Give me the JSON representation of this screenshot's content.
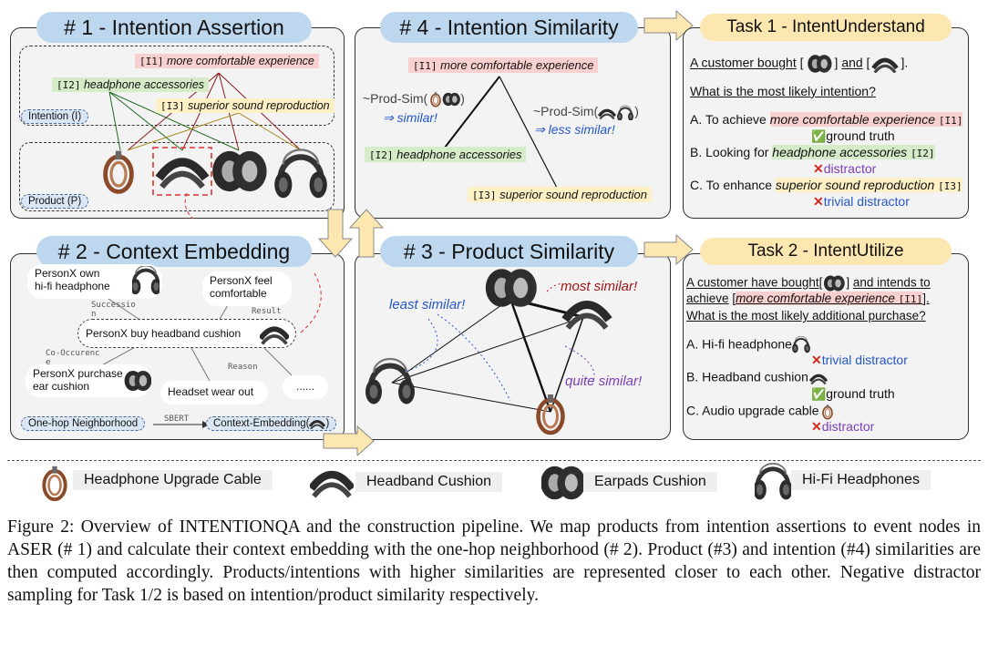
{
  "panels": {
    "p1_title": "# 1 - Intention Assertion",
    "p2_title": "# 2 - Context Embedding",
    "p3_title": "# 3 - Product Similarity",
    "p4_title": "# 4 - Intention Similarity",
    "task1_title": "Task 1 - IntentUnderstand",
    "task2_title": "Task 2 - IntentUtilize"
  },
  "intentions": {
    "i1_code": "[I1]",
    "i1_text": "more comfortable experience",
    "i2_code": "[I2]",
    "i2_text": "headphone accessories",
    "i3_code": "[I3]",
    "i3_text": "superior sound reproduction"
  },
  "p1": {
    "intention_label": "Intention (I)",
    "product_label": "Product (P)"
  },
  "p2": {
    "n_own": "PersonX own\nhi-fi headphone",
    "n_feel": "PersonX feel\ncomfortable",
    "n_buy": "PersonX buy headband cushion",
    "n_purchase": "PersonX purchase\near cushion",
    "n_wear": "Headset wear out",
    "n_more": "......",
    "e_succession": "Successio\nn",
    "e_result": "Result",
    "e_cooccur": "Co-Occurenc\ne",
    "e_reason": "Reason",
    "one_hop": "One-hop Neighborhood",
    "sbert": "SBERT",
    "context_emb": "Context-Embedding("
  },
  "p3": {
    "least": "least similar!",
    "most": "most similar!",
    "quite": "quite similar!"
  },
  "p4": {
    "prod_sim_a": "~Prod-Sim(",
    "prod_sim_b": "~Prod-Sim(",
    "similar": "⇒ similar!",
    "less_similar": "⇒ less similar!"
  },
  "task1": {
    "q1": "A customer bought",
    "and": "and",
    "q2": "What is the most likely intention?",
    "a_prefix": "A. To achieve",
    "b_prefix": "B. Looking for",
    "c_prefix": "C. To enhance",
    "ground_truth": "ground truth",
    "distractor": "distractor",
    "trivial_distractor": "trivial distractor"
  },
  "task2": {
    "q1": "A customer have bought",
    "q1b": "and intends to",
    "q2": "achieve",
    "q3": "What is the most likely additional purchase?",
    "a": "A. Hi-fi headphone",
    "b": "B. Headband cushion",
    "c": "C. Audio upgrade cable",
    "ground_truth": "ground truth",
    "distractor": "distractor",
    "trivial_distractor": "trivial distractor"
  },
  "legend": {
    "cable": "Headphone Upgrade Cable",
    "headband": "Headband Cushion",
    "earpads": "Earpads Cushion",
    "headphones": "Hi-Fi Headphones"
  },
  "caption": "Figure 2: Overview of INTENTIONQA and the construction pipeline. We map products from intention assertions to event nodes in ASER (# 1) and calculate their context embedding with the one-hop neighborhood (# 2). Product (#3) and intention (#4) similarities are then computed accordingly. Products/intentions with higher similarities are represented closer to each other. Negative distractor sampling for Task 1/2 is based on intention/product similarity respectively."
}
